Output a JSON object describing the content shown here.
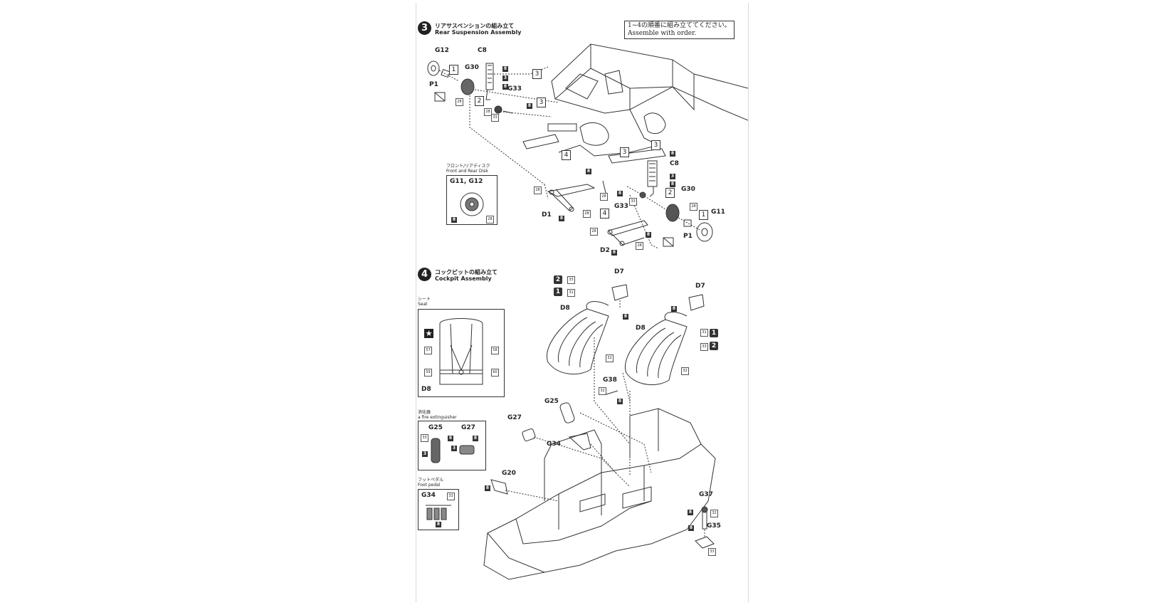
{
  "step3": {
    "number": "3",
    "title_jp": "リアサスペンションの組み立て",
    "title_en": "Rear Suspension Assembly",
    "note_jp": "1~4の順番に組み立ててください。",
    "note_en": "Assemble with order.",
    "disk_box": {
      "title_jp": "フロント/リアディスク",
      "title_en": "Front and Rear Disk",
      "parts": "G11, G12"
    },
    "labels": {
      "g12": "G12",
      "g30_l": "G30",
      "c8_l": "C8",
      "p1_l": "P1",
      "g33_l": "G33",
      "c8_r": "C8",
      "g30_r": "G30",
      "g11": "G11",
      "p1_r": "P1",
      "g33_r": "G33",
      "d1": "D1",
      "d2": "D2"
    }
  },
  "step4": {
    "number": "4",
    "title_jp": "コックピットの組み立て",
    "title_en": "Cockpit Assembly",
    "seat_box": {
      "title_jp": "シート",
      "title_en": "Seat",
      "part": "D8"
    },
    "ext_box": {
      "title_jp": "消化器",
      "title_en": "a fire extinguisher",
      "parts": [
        "G25",
        "G27"
      ]
    },
    "pedal_box": {
      "title_jp": "フットペダル",
      "title_en": "Foot pedal",
      "part": "G34"
    },
    "labels": {
      "d7_l": "D7",
      "d8_l": "D8",
      "d7_r": "D7",
      "d8_r": "D8",
      "g38": "G38",
      "g25": "G25",
      "g27": "G27",
      "g34": "G34",
      "g20": "G20",
      "g37": "G37",
      "g35": "G35"
    }
  },
  "colors": {
    "ink": "#222222",
    "paper": "#ffffff",
    "line": "#555555"
  }
}
